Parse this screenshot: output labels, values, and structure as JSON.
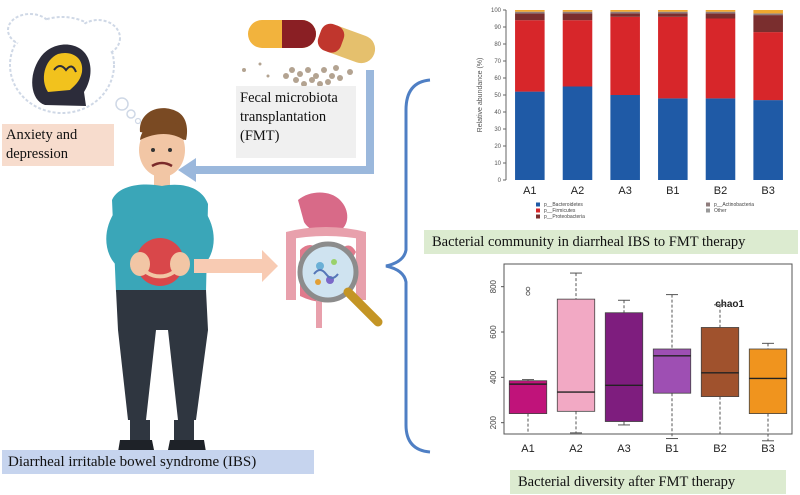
{
  "labels": {
    "anxiety": "Anxiety and depression",
    "fmt": "Fecal microbiota transplantation (FMT)",
    "ibs": "Diarrheal irritable bowel syndrome (IBS)",
    "community_caption": "Bacterial community in diarrheal IBS to FMT therapy",
    "diversity_caption": "Bacterial diversity after FMT therapy"
  },
  "colors": {
    "anxiety_bg": "#f7dccd",
    "fmt_bg": "#f0f0f0",
    "caption_bg": "#dcebd0",
    "ibs_bg": "#c6d4ee",
    "arrow": "#9bb8dc",
    "bracket": "#4f7fc4"
  },
  "chart_data": [
    {
      "type": "bar",
      "stacked": true,
      "categories": [
        "A1",
        "A2",
        "A3",
        "B1",
        "B2",
        "B3"
      ],
      "ylabel": "Relative abundance (%)",
      "ylim": [
        0,
        100
      ],
      "yticks": [
        "0",
        "10",
        "20",
        "30",
        "40",
        "50",
        "60",
        "70",
        "80",
        "90",
        "100"
      ],
      "series": [
        {
          "name": "p__Bacteroidetes",
          "color": "#1f5aa6",
          "values": [
            52,
            55,
            50,
            48,
            48,
            47
          ]
        },
        {
          "name": "p__Firmicutes",
          "color": "#d7262a",
          "values": [
            42,
            39,
            46,
            48,
            47,
            40
          ]
        },
        {
          "name": "p__Proteobacteria",
          "color": "#7a2e2e",
          "values": [
            4,
            4,
            2,
            2,
            3,
            10
          ]
        },
        {
          "name": "p__Actinobacteria",
          "color": "#8f7c7c",
          "values": [
            1,
            1,
            1,
            1,
            1,
            1
          ]
        },
        {
          "name": "Other",
          "color": "#f0a72e",
          "values": [
            1,
            1,
            1,
            1,
            1,
            2
          ]
        }
      ],
      "legend": [
        {
          "name": "p__Bacteroidetes",
          "color": "#1f5aa6"
        },
        {
          "name": "p__Firmicutes",
          "color": "#d7262a"
        },
        {
          "name": "p__Proteobacteria",
          "color": "#7a2e2e"
        },
        {
          "name": "p__Actinobacteria",
          "color": "#8f7c7c"
        },
        {
          "name": "Other",
          "color": "#9a9a9a"
        }
      ]
    },
    {
      "type": "box",
      "title": "chao1",
      "categories": [
        "A1",
        "A2",
        "A3",
        "B1",
        "B2",
        "B3"
      ],
      "ylim": [
        150,
        900
      ],
      "yticks": [
        200,
        400,
        600,
        800
      ],
      "boxes": [
        {
          "name": "A1",
          "color": "#c0137a",
          "min": 150,
          "q1": 240,
          "median": 370,
          "q3": 385,
          "max": 390,
          "outliers": [
            790,
            770
          ]
        },
        {
          "name": "A2",
          "color": "#f2a9c4",
          "min": 155,
          "q1": 250,
          "median": 335,
          "q3": 745,
          "max": 860,
          "outliers": []
        },
        {
          "name": "A3",
          "color": "#7e1d7e",
          "min": 190,
          "q1": 205,
          "median": 365,
          "q3": 685,
          "max": 740,
          "outliers": []
        },
        {
          "name": "B1",
          "color": "#9e4fb3",
          "min": 130,
          "q1": 330,
          "median": 495,
          "q3": 525,
          "max": 765,
          "outliers": []
        },
        {
          "name": "B2",
          "color": "#a0522d",
          "min": 150,
          "q1": 315,
          "median": 420,
          "q3": 620,
          "max": 720,
          "outliers": []
        },
        {
          "name": "B3",
          "color": "#f0941e",
          "min": 120,
          "q1": 240,
          "median": 395,
          "q3": 525,
          "max": 550,
          "outliers": []
        }
      ]
    }
  ]
}
